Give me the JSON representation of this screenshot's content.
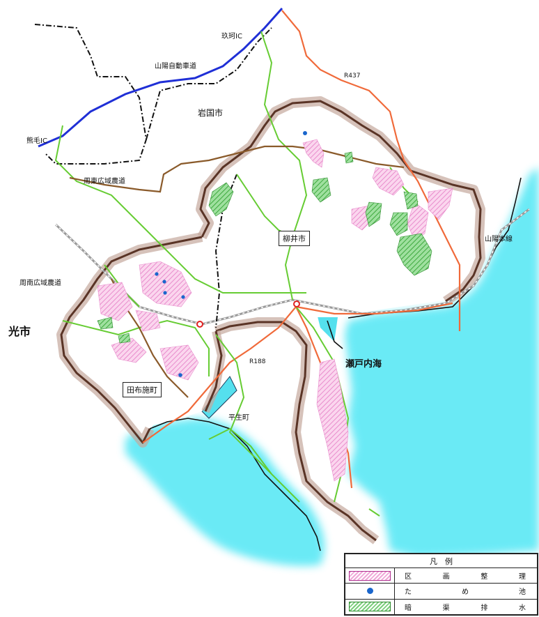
{
  "map": {
    "city_labels": {
      "iwakuni": "岩国市",
      "hikari": "光市",
      "hirao": "平生町"
    },
    "boxed_labels": {
      "yanai": "柳井市",
      "tabuse": "田布施町"
    },
    "road_labels": {
      "sanyo_expressway": "山陽自動車道",
      "shuto_farm_road": "周東広域農道",
      "shunan_farm_road": "周南広域農道",
      "kuga_ic": "玖珂IC",
      "kumage_ic": "熊毛IC",
      "r437": "R437",
      "r188": "R188",
      "sanyo_line": "山陽本線"
    },
    "sea_label": "瀬戸内海",
    "colors": {
      "expressway": "#1f2fd6",
      "national_road": "#f06a3a",
      "prefectural_road": "#66cc33",
      "farm_road": "#8a5a2a",
      "railway": "#9a9a9a",
      "sea": "#33e0f0",
      "boundary": "#5a3426",
      "pond": "#1a66cc",
      "kukaku": "#f0a8d8",
      "anky": "#7ccf7c"
    }
  },
  "legend": {
    "title": "凡　例",
    "items": [
      {
        "symbol": "pink-hatch",
        "chars": [
          "区",
          "画",
          "整",
          "理"
        ]
      },
      {
        "symbol": "blue-dot",
        "chars": [
          "た",
          "め",
          "池"
        ]
      },
      {
        "symbol": "green-hatch",
        "chars": [
          "暗",
          "渠",
          "排",
          "水"
        ]
      }
    ]
  }
}
